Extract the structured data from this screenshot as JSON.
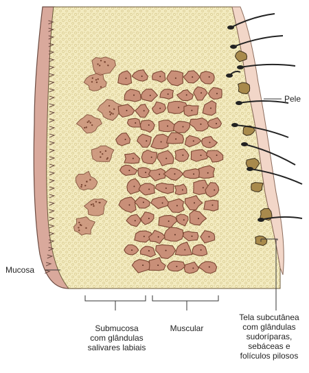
{
  "labels": {
    "pele": "Pele",
    "mucosa": "Mucosa",
    "submucosa": [
      "Submucosa",
      "com glândulas",
      "salivares labiais"
    ],
    "muscular": "Muscular",
    "tela": [
      "Tela subcutânea",
      "com glândulas",
      "sudoríparas,",
      "sebáceas e",
      "folículos pilosos"
    ]
  },
  "colors": {
    "tissue_fill": "#f3ebc0",
    "muscle_fill": "#c98f78",
    "muscle_stroke": "#7a4632",
    "mucosa_band": "#d9a99c",
    "skin_band": "#f2d6c8",
    "hair": "#222222",
    "gland": "#a88a4c",
    "line": "#333333"
  }
}
